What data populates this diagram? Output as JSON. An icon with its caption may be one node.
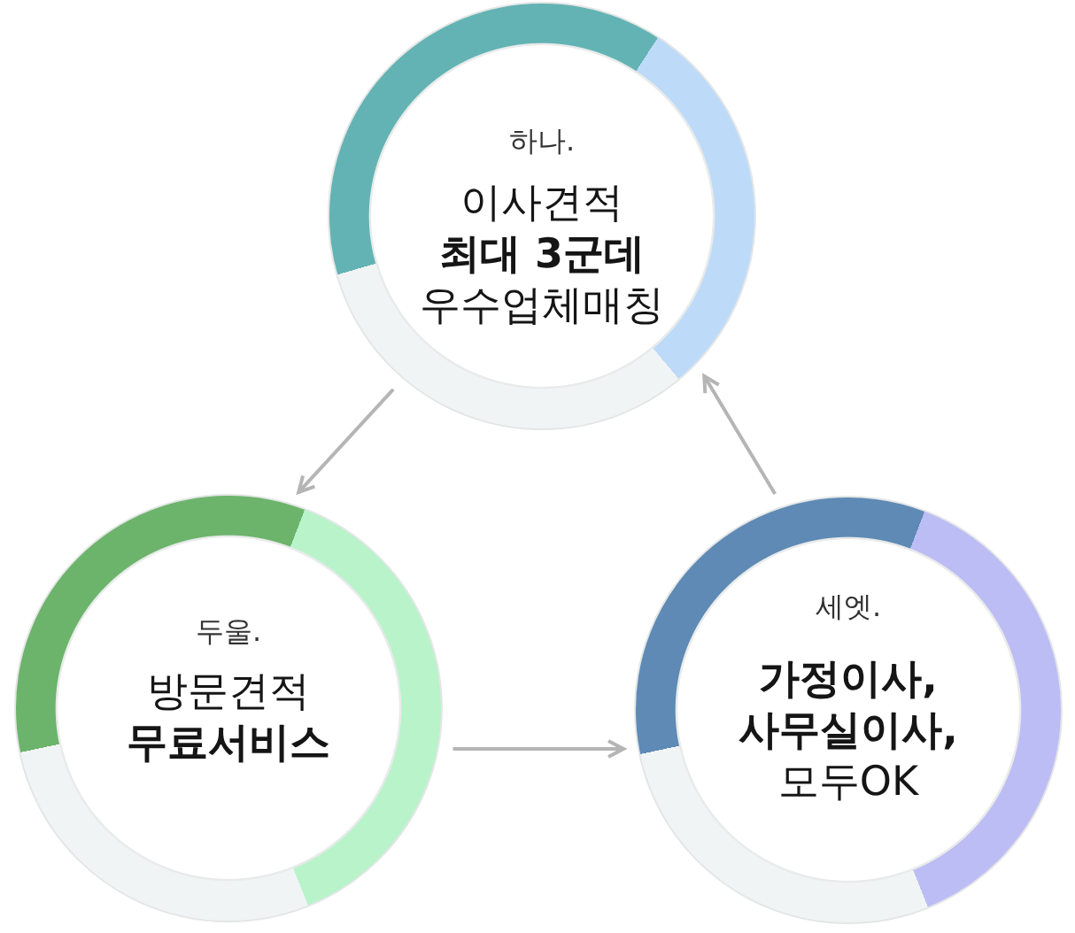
{
  "diagram": {
    "nodes": [
      {
        "text": [
          "하나.",
          "이사견적 **최대 3군데** 우수업체매칭"
        ]
      },
      {
        "text": [
          "두울.",
          "방문견적 **무료서비스**"
        ]
      },
      {
        "text": [
          "세엣.",
          "**가정이사, 사무실이사,** 모두OK"
        ]
      }
    ],
    "edges": [
      {
        "from": 0,
        "to": 1,
        "arrow": "to"
      },
      {
        "from": 1,
        "to": 2,
        "arrow": "to"
      },
      {
        "from": 2,
        "to": 0,
        "arrow": "to"
      }
    ]
  }
}
